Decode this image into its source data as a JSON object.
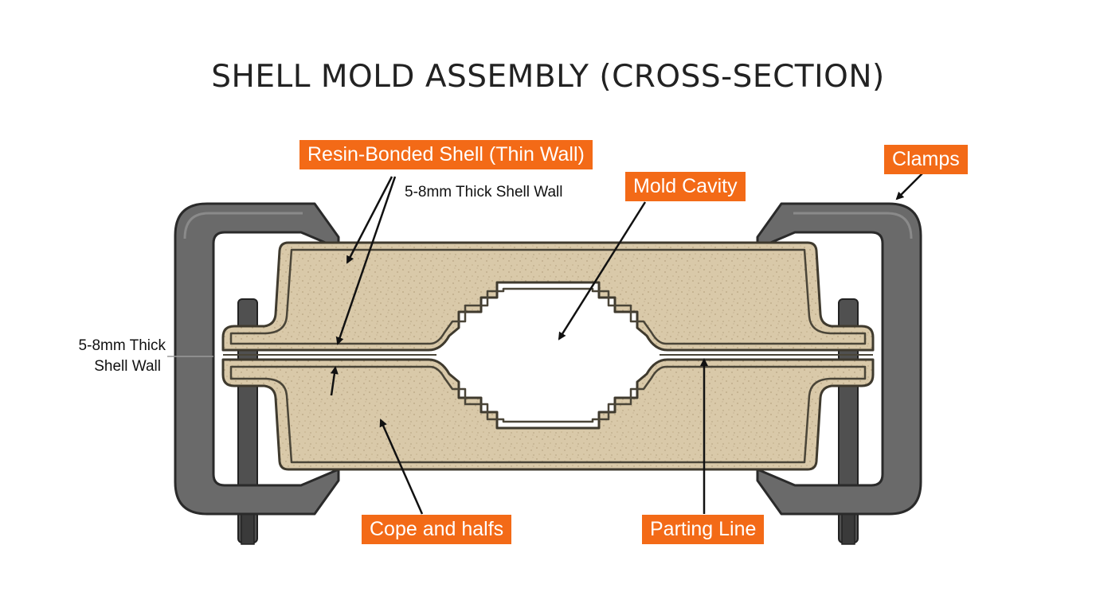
{
  "title": "SHELL MOLD ASSEMBLY (CROSS-SECTION)",
  "labels": {
    "resin_shell": "Resin-Bonded Shell (Thin Wall)",
    "mold_cavity": "Mold Cavity",
    "clamps": "Clamps",
    "cope_and_halfs": "Cope and halfs",
    "parting_line": "Parting Line"
  },
  "notes": {
    "thickness_top": "5-8mm Thick Shell Wall",
    "thickness_left_line1": "5-8mm Thick",
    "thickness_left_line2": "Shell Wall"
  },
  "colors": {
    "label_bg": "#f36a17",
    "sand_fill": "#d8c8a8",
    "shell_wall": "#4a4538",
    "clamp": "#5e5e5e"
  }
}
